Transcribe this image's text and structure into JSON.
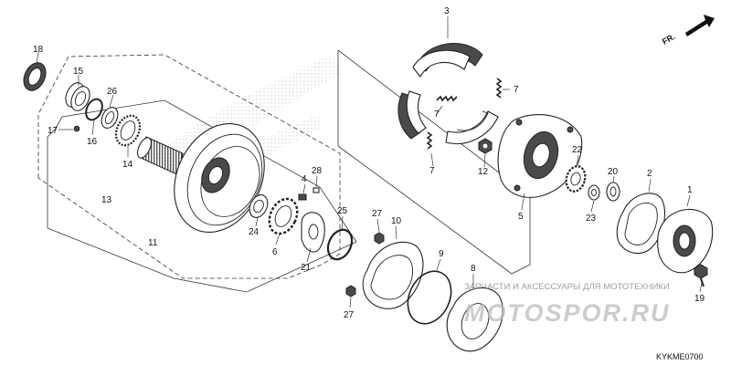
{
  "diagram": {
    "code": "KYKME0700",
    "direction_label": "FR.",
    "watermark_text": "ЗАПЧАСТИ И АКСЕССУАРЫ ДЛЯ МОТОТЕХНИКИ",
    "watermark_logo": "MOTOSPOR.RU",
    "callouts": {
      "p1": "1",
      "p2": "2",
      "p3": "3",
      "p4": "4",
      "p5": "5",
      "p6": "6",
      "p7a": "7",
      "p7b": "7",
      "p7c": "7",
      "p8": "8",
      "p9": "9",
      "p10": "10",
      "p11": "11",
      "p12": "12",
      "p13": "13",
      "p14": "14",
      "p15": "15",
      "p16": "16",
      "p17": "17",
      "p18": "18",
      "p19": "19",
      "p20": "20",
      "p21": "21",
      "p22": "22",
      "p23": "23",
      "p24": "24",
      "p25": "25",
      "p26": "26",
      "p27a": "27",
      "p27b": "27",
      "p28": "28"
    }
  }
}
